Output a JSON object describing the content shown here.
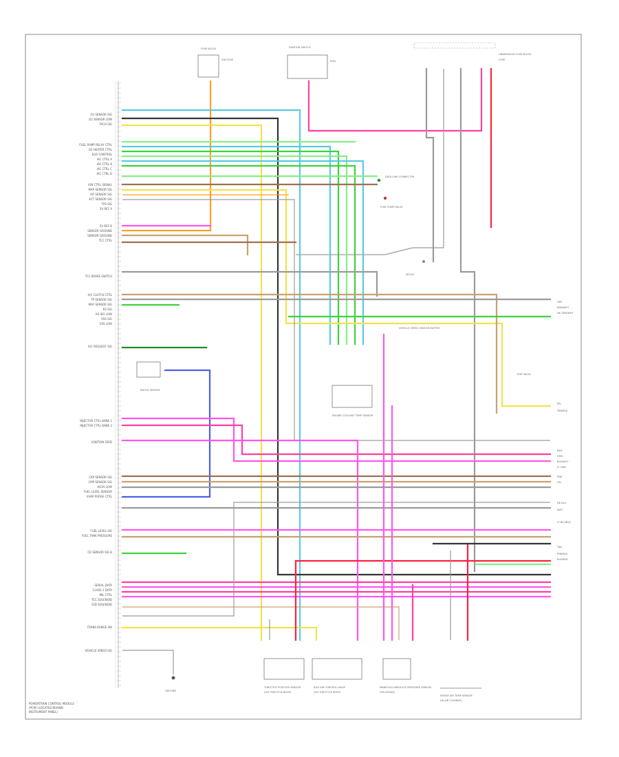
{
  "pcm_connector_labels": [
    "O2 SENSOR SIG",
    "O2 SENSOR LOW",
    "TACH SIG",
    "FUEL PUMP RELAY CTRL",
    "O2 HEATER CTRL",
    "EGR CONTROL",
    "IAC CTRL A",
    "IAC CTRL B",
    "IAC CTRL C",
    "IAC CTRL D",
    "IGN CTRL SIGNAL",
    "MAP SENSOR SIG",
    "IAT SENSOR SIG",
    "ECT SENSOR SIG",
    "TPS SIG",
    "5V REF A",
    "5V REF B",
    "SENSOR GROUND",
    "SENSOR GROUND",
    "TCC CTRL",
    "TCC BRAKE SWITCH",
    "A/C CLUTCH CTRL",
    "TP SENSOR SIG",
    "MAF SENSOR SIG",
    "KS SIG",
    "KS SIG LOW",
    "VSS SIG",
    "VSS LOW",
    "A/C REQUEST SIG",
    "INJECTOR CTRL BANK 1",
    "INJECTOR CTRL BANK 2",
    "IGNITION FEED",
    "CKP SENSOR SIG",
    "CMP SENSOR SIG",
    "HO2S LOW",
    "FUEL LEVEL SENSOR",
    "EVAP PURGE CTRL",
    "FUEL LEVEL SIG",
    "FUEL TANK PRESSURE",
    "O2 SENSOR SIG B",
    "SERIAL DATA",
    "CLASS 2 DATA",
    "MIL CTRL",
    "TCC SOLENOID",
    "O/D SOLENOID",
    "TRANS RANGE SW",
    "VEHICLE SPEED SIG"
  ],
  "pcm_box_labels": [
    "POWERTRAIN CONTROL MODULE",
    "(PCM) (LOCATED BEHIND",
    "INSTRUMENT PANEL)"
  ],
  "top_components": [
    {
      "name": "FUSE BLOCK",
      "note": "IGN FUSE"
    },
    {
      "name": "IGNITION SWITCH",
      "note": "RUN"
    },
    {
      "name": "UNDERHOOD FUSE BLOCK",
      "note": "FUSE"
    }
  ],
  "bottom_components": [
    {
      "name": "THROTTLE POSITION SENSOR",
      "note": "(ON THROTTLE BODY)"
    },
    {
      "name": "IDLE AIR CONTROL VALVE",
      "note": "(ON THROTTLE BODY)"
    },
    {
      "name": "MANIFOLD ABSOLUTE PRESSURE SENSOR",
      "note": "(ON INTAKE)"
    },
    {
      "name": "INTAKE AIR TEMP SENSOR",
      "note": "(IN AIR CLEANER)"
    }
  ],
  "mid_labels": [
    "DATA LINK CONNECTOR",
    "FUEL PUMP RELAY",
    "SPLICE",
    "VEHICLE SPEED SENSOR BUFFER",
    "ENGINE COOLANT TEMP SENSOR",
    "KNOCK SENSOR",
    "GROUND",
    "EGR VALVE"
  ],
  "right_wire_labels": [
    "GRY",
    "BRN/WHT",
    "DK GRN/WHT",
    "PPL",
    "TAN/BLK",
    "RED",
    "ORN",
    "BLK/WHT",
    "LT GRN",
    "PNK",
    "YEL",
    "DK BLU",
    "WHT",
    "LT BLU/BLK",
    "TAN",
    "PNK/BLK",
    "BLK/RED"
  ],
  "colors": {
    "ltblue": "#55cce0",
    "yellow": "#f2e24a",
    "green": "#3ed13e",
    "ltgreen": "#86ee86",
    "pink": "#ff3f9f",
    "magenta": "#ff55ee",
    "orange": "#ff9f2a",
    "tan": "#c9a070",
    "brown": "#9a7050",
    "gray": "#9a9a9a",
    "black": "#333333",
    "red": "#ff1f3f",
    "blue": "#4d5ee6",
    "darkgreen": "#228b22"
  }
}
